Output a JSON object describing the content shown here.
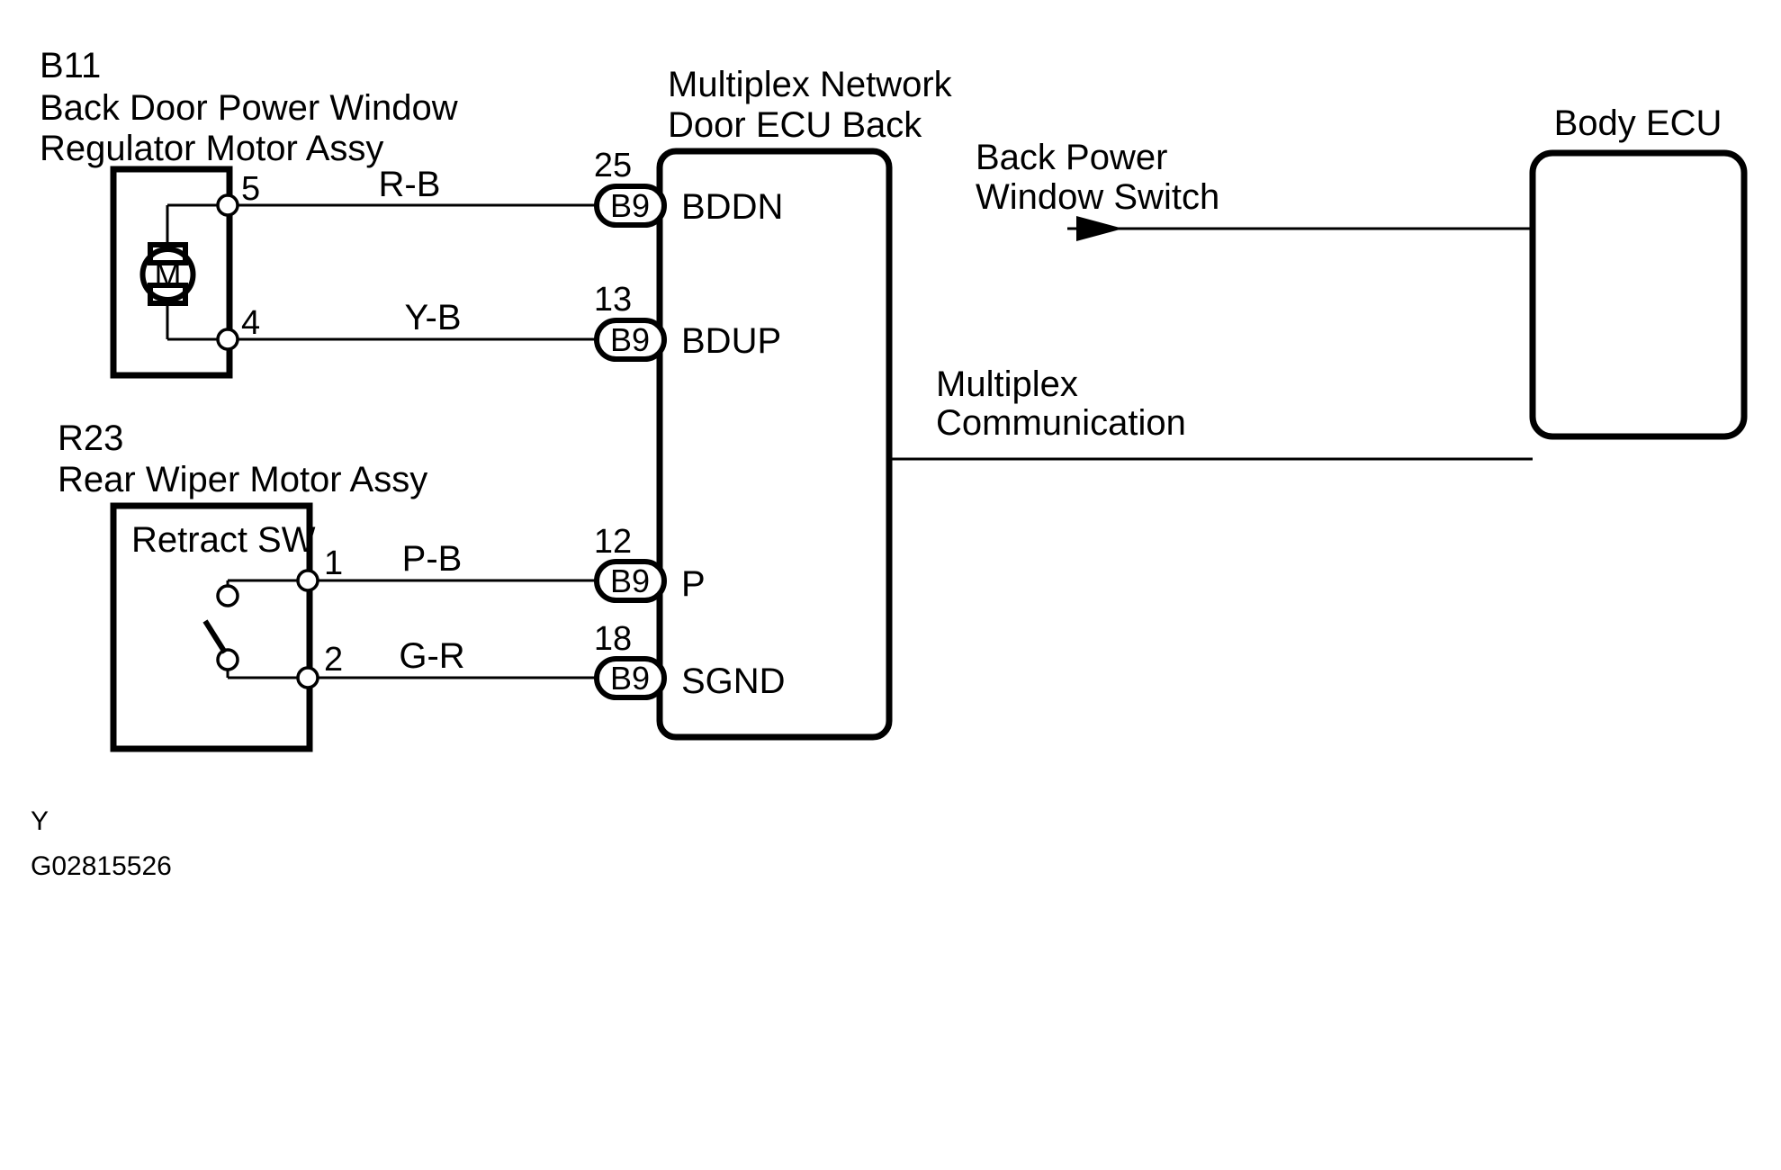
{
  "page": {
    "background": "#ffffff",
    "line_color": "#000000",
    "caption_letter": "Y",
    "figure_code": "G02815526"
  },
  "components": {
    "back_door_motor": {
      "code": "B11",
      "name_line1": "Back Door Power Window",
      "name_line2": "Regulator Motor Assy",
      "symbol_label": "M",
      "terminals": [
        {
          "pin": "5",
          "wire": "R-B"
        },
        {
          "pin": "4",
          "wire": "Y-B"
        }
      ]
    },
    "rear_wiper_motor": {
      "code": "R23",
      "name_line1": "Rear Wiper Motor Assy",
      "inner_label": "Retract SW",
      "terminals": [
        {
          "pin": "1",
          "wire": "P-B"
        },
        {
          "pin": "2",
          "wire": "G-R"
        }
      ]
    },
    "door_ecu": {
      "title_line1": "Multiplex Network",
      "title_line2": "Door ECU Back",
      "connector_name": "B9",
      "ports": [
        {
          "pin": "25",
          "connector": "B9",
          "signal": "BDDN"
        },
        {
          "pin": "13",
          "connector": "B9",
          "signal": "BDUP"
        },
        {
          "pin": "12",
          "connector": "B9",
          "signal": "P"
        },
        {
          "pin": "18",
          "connector": "B9",
          "signal": "SGND"
        }
      ]
    },
    "body_ecu": {
      "title": "Body ECU"
    }
  },
  "annotations": {
    "back_power_window_switch_line1": "Back Power",
    "back_power_window_switch_line2": "Window Switch",
    "multiplex_comm_line1": "Multiplex",
    "multiplex_comm_line2": "Communication"
  }
}
